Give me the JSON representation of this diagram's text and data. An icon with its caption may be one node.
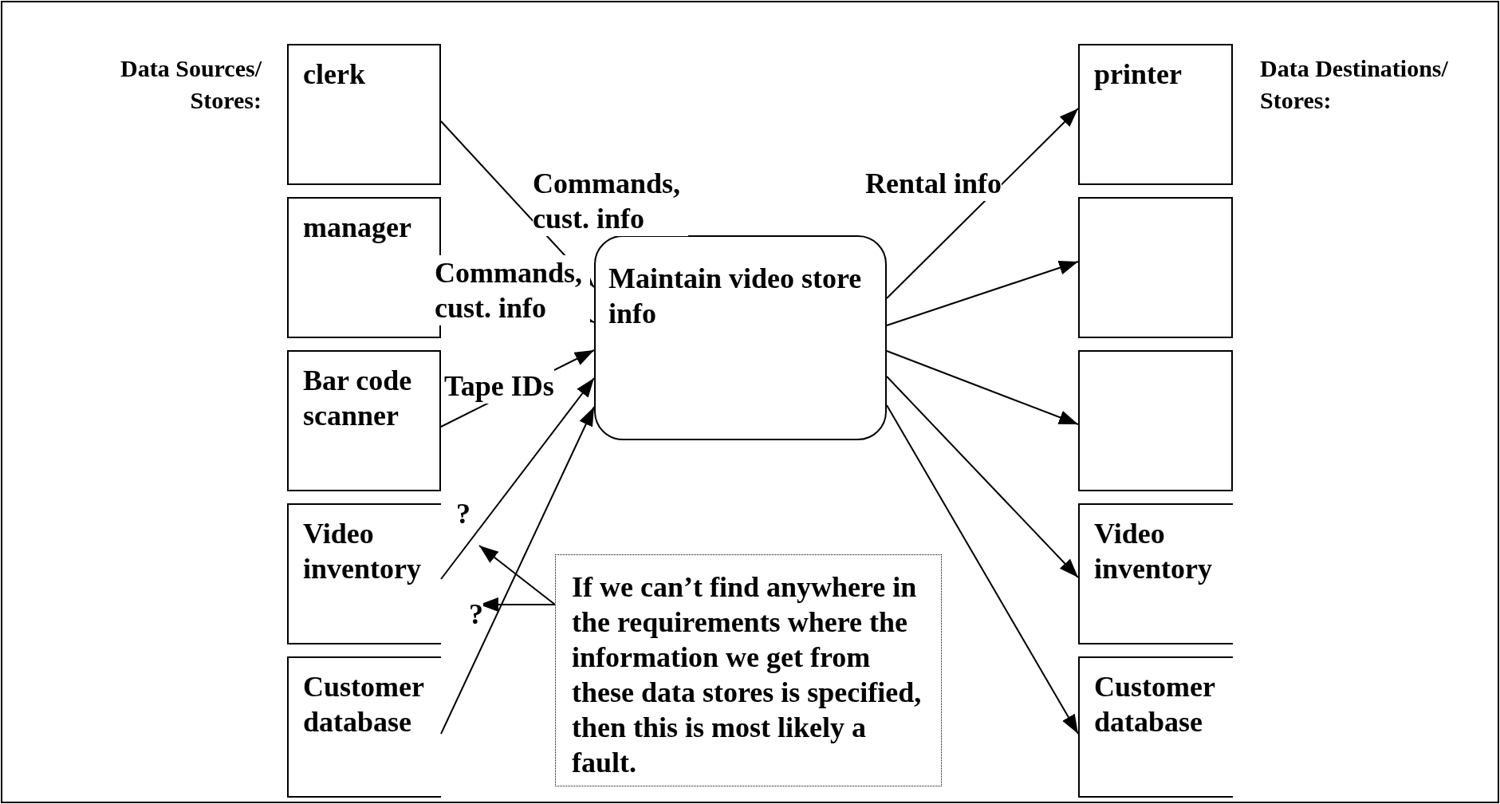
{
  "diagram": {
    "nodes": [
      {
        "text": [
          "clerk"
        ]
      },
      {
        "text": [
          "manager"
        ]
      },
      {
        "text": [
          "Bar code scanner"
        ]
      },
      {
        "text": [
          "Video inventory"
        ]
      },
      {
        "text": [
          "Customer database"
        ]
      },
      {
        "text": [
          "Maintain video store info"
        ]
      },
      {
        "text": [
          "printer"
        ]
      },
      {
        "text": [],
        "shape": "box"
      },
      {
        "text": [],
        "shape": "box"
      },
      {
        "text": [
          "Video inventory"
        ]
      },
      {
        "text": [
          "Customer database"
        ]
      },
      {
        "text": [
          "If we can’t find anywhere in the requirements where the information we get from these data stores is specified, then this is most likely a fault."
        ]
      }
    ],
    "edges": [
      {
        "from": 0,
        "to": 5,
        "arrow": "to",
        "label": "Commands, cust. info"
      },
      {
        "from": 1,
        "to": 5,
        "arrow": "to",
        "label": "Commands, cust. info"
      },
      {
        "from": 2,
        "to": 5,
        "arrow": "to",
        "label": "Tape IDs"
      },
      {
        "from": 3,
        "to": 5,
        "arrow": "to",
        "label": "?"
      },
      {
        "from": 4,
        "to": 5,
        "arrow": "to",
        "label": "?"
      },
      {
        "from": 5,
        "to": 6,
        "arrow": "to",
        "label": "Rental info"
      },
      {
        "from": 5,
        "to": 7,
        "arrow": "to"
      },
      {
        "from": 5,
        "to": 8,
        "arrow": "to"
      },
      {
        "from": 5,
        "to": 9,
        "arrow": "to"
      },
      {
        "from": 5,
        "to": 10,
        "arrow": "to"
      },
      {
        "from": 11,
        "to": null,
        "arrow": "to"
      },
      {
        "from": 11,
        "to": null,
        "arrow": "to"
      }
    ],
    "labels": [
      "Data Sources/ Stores:",
      "Data Destinations/ Stores:"
    ]
  }
}
